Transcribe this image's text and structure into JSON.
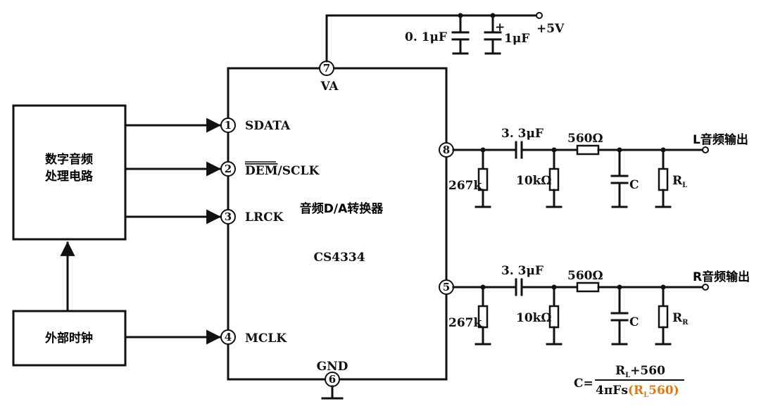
{
  "blocks": {
    "digital_circuit": [
      "数字音频",
      "处理电路"
    ],
    "external_clock": "外部时钟"
  },
  "chip": {
    "title": "音频D/A转换器",
    "part": "CS4334",
    "va": "VA",
    "gnd": "GND"
  },
  "pins": {
    "p1": "1",
    "p2": "2",
    "p3": "3",
    "p4": "4",
    "p5": "5",
    "p6": "6",
    "p7": "7",
    "p8": "8"
  },
  "signals": {
    "sdata": "SDATA",
    "dem": "DEM",
    "sclk": "/SCLK",
    "lrck": "LRCK",
    "mclk": "MCLK"
  },
  "supply": {
    "cap1": "0. 1μF",
    "cap2": "1μF",
    "plus": "+",
    "vcc": "+5V"
  },
  "left_channel": {
    "r1": "267k",
    "cap": "3. 3μF",
    "r2": "10kΩ",
    "r3": "560Ω",
    "c": "C",
    "rl": "R",
    "rl_sub": "L",
    "output": "L音频输出"
  },
  "right_channel": {
    "r1": "267k",
    "cap": "3. 3μF",
    "r2": "10kΩ",
    "r3": "560Ω",
    "c": "C",
    "rl": "R",
    "rl_sub": "R",
    "output": "R音频输出"
  },
  "formula": {
    "lhs": "C=",
    "num_r": "R",
    "num_sub": "L",
    "num_rest": "+560",
    "den_a": "4πFs",
    "den_b": "(R",
    "den_sub": "L",
    "den_c": "560)"
  },
  "colors": {
    "line": "#111111",
    "highlight": "#e07a10"
  }
}
